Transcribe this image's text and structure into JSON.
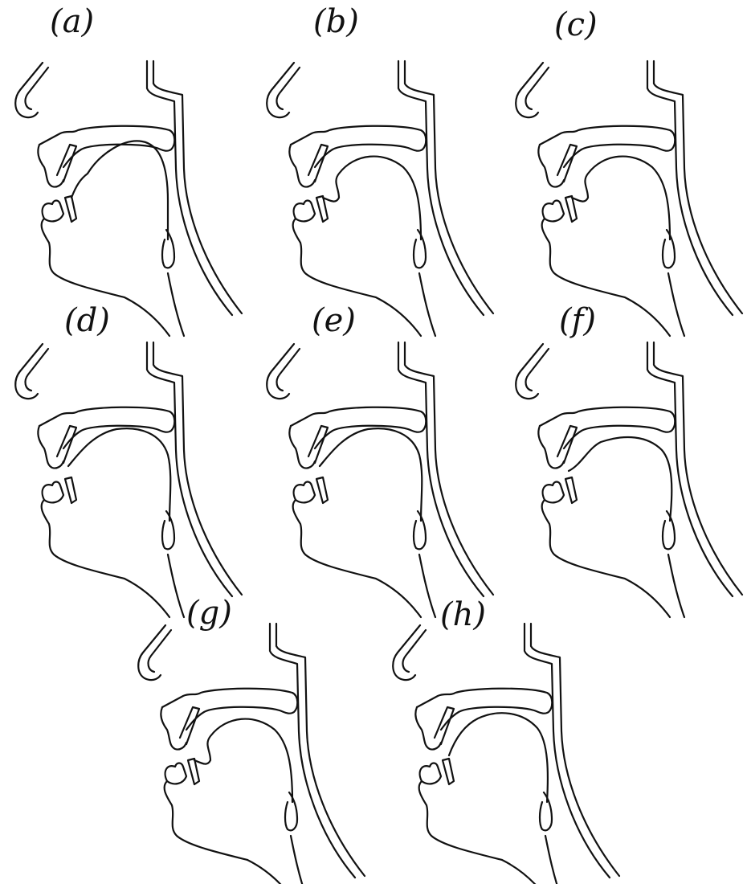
{
  "figure": {
    "panels": [
      {
        "id": "a",
        "label": "(a)",
        "variant": "open-low"
      },
      {
        "id": "b",
        "label": "(b)",
        "variant": "mid-front"
      },
      {
        "id": "c",
        "label": "(c)",
        "variant": "mid-front"
      },
      {
        "id": "d",
        "label": "(d)",
        "variant": "high-front"
      },
      {
        "id": "e",
        "label": "(e)",
        "variant": "high-front"
      },
      {
        "id": "f",
        "label": "(f)",
        "variant": "high-back"
      },
      {
        "id": "g",
        "label": "(g)",
        "variant": "mid-front"
      },
      {
        "id": "h",
        "label": "(h)",
        "variant": "lips-closed"
      }
    ]
  },
  "style": {
    "ink_color": "#111111",
    "background_color": "#ffffff"
  }
}
